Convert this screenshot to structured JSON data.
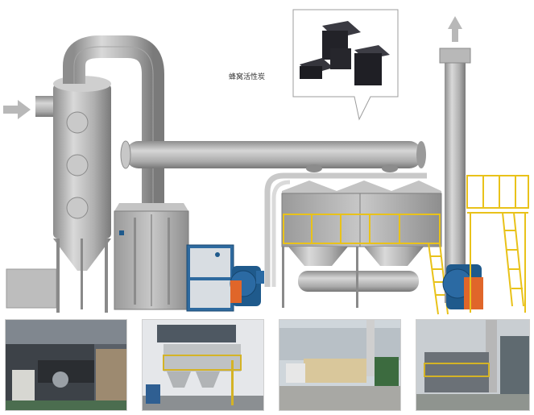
{
  "diagram": {
    "callout_label": "蜂窝活性炭",
    "colors": {
      "steel": "#a9a9a9",
      "steel_dark": "#7e7e7e",
      "steel_light": "#d2d2d2",
      "fan_blue": "#1f5a8c",
      "fan_orange": "#e0662a",
      "railing_yellow": "#e9c21a",
      "arrow_gray": "#b9b9b9",
      "carbon_black": "#2b2b30"
    },
    "icons": {
      "inlet_arrow": "arrow-right-icon",
      "outlet_arrow": "arrow-up-icon"
    }
  },
  "photos": [
    {
      "subject": "pipe-room-with-control-cabinet"
    },
    {
      "subject": "outdoor-adsorption-unit-with-hoppers"
    },
    {
      "subject": "factory-yard-treatment-unit"
    },
    {
      "subject": "installed-system-with-stack"
    }
  ]
}
